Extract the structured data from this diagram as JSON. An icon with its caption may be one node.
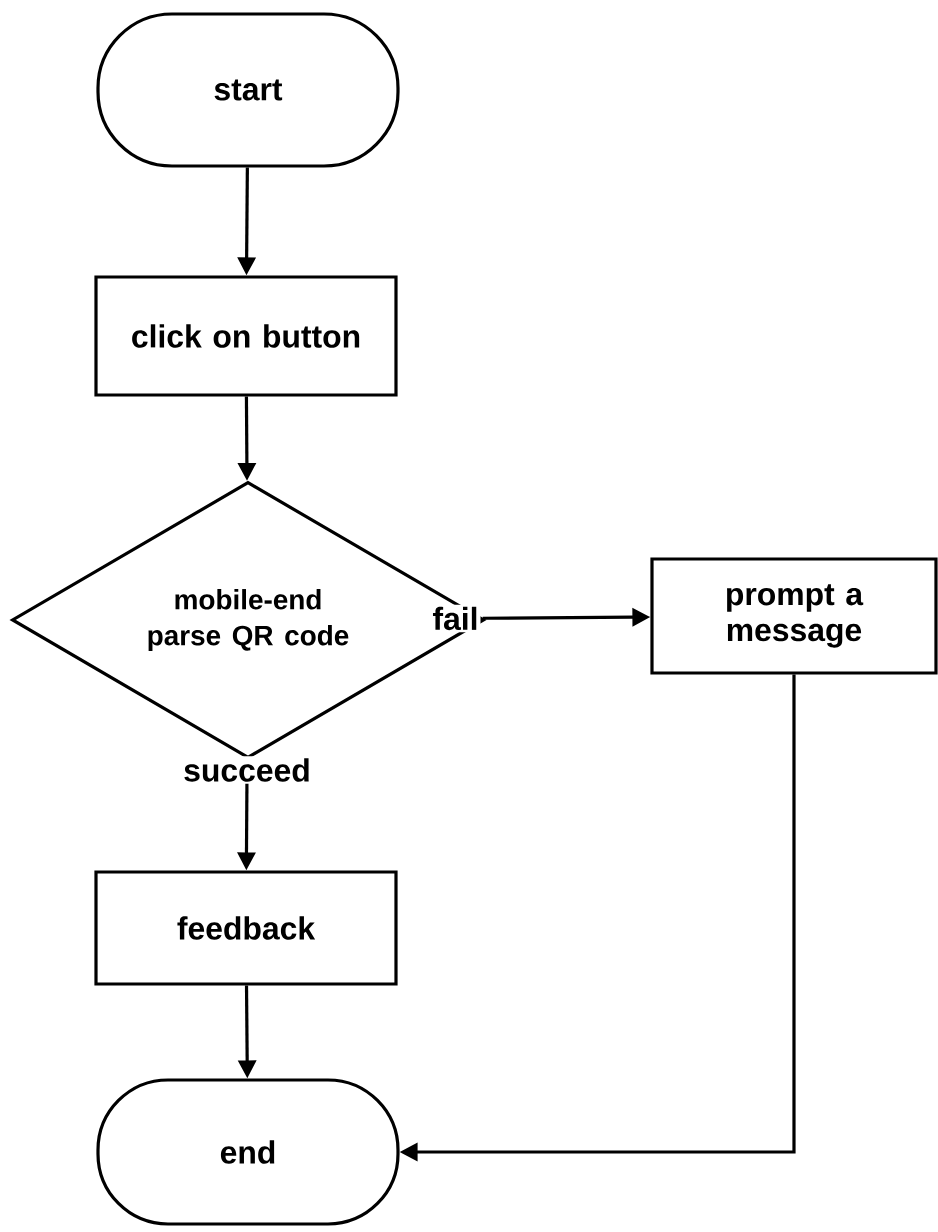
{
  "diagram": {
    "nodes": [
      {
        "text": [
          "start"
        ]
      },
      {
        "text": [
          "click on button"
        ]
      },
      {
        "text": [
          "mobile-end parse QR code"
        ]
      },
      {
        "text": [
          "prompt a message"
        ]
      },
      {
        "text": [
          "feedback"
        ]
      },
      {
        "text": [
          "end"
        ]
      }
    ],
    "edges": [
      {
        "from": 0,
        "to": 1,
        "arrow": "to"
      },
      {
        "from": 1,
        "to": 2,
        "arrow": "to"
      },
      {
        "from": 2,
        "to": 3,
        "arrow": "to",
        "label": "fail"
      },
      {
        "from": 2,
        "to": 4,
        "arrow": "to",
        "label": "succeed"
      },
      {
        "from": 4,
        "to": 5,
        "arrow": "to"
      },
      {
        "from": 3,
        "to": 5,
        "arrow": "to"
      }
    ]
  }
}
